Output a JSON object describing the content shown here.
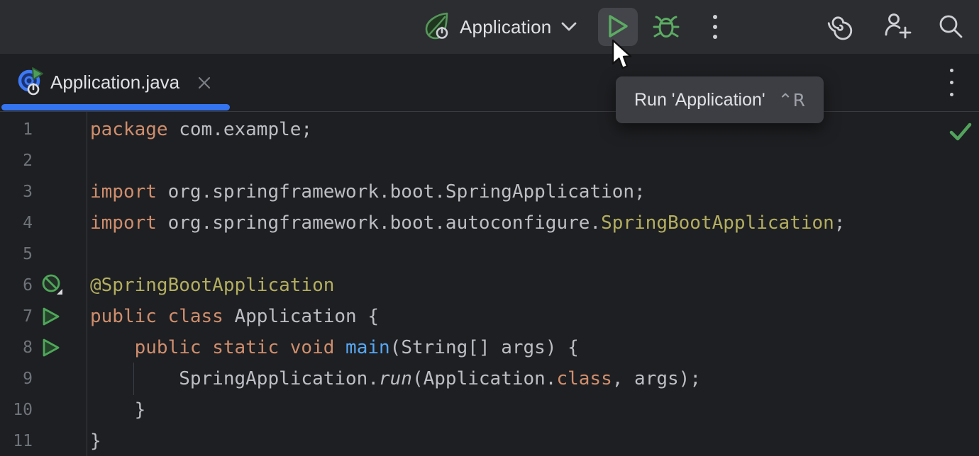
{
  "colors": {
    "accent": "#3574F0",
    "green": "#5CAB63",
    "toolbar_bg": "#2B2D30",
    "panel_bg": "#1E1F22",
    "border": "#393B40",
    "hover_bg": "#43454A",
    "ui_text": "#DFE1E5",
    "ui_dim": "#9DA0A8",
    "icon_gray": "#CED0D6",
    "tooltip_bg": "#3C3E43",
    "kw": "#CF8E6D",
    "plain": "#BCBEC4",
    "annotation": "#B3AE60",
    "method": "#56A8F5",
    "line_number": "#6F737A",
    "check_green": "#52A35C",
    "tab_blue": "#3D7AF5"
  },
  "toolbar": {
    "run_config_label": "Application",
    "icons": [
      "spring-boot",
      "chevron-down",
      "run",
      "debug",
      "more-actions",
      "ai-assistant",
      "code-with-me",
      "search"
    ]
  },
  "tooltip": {
    "label": "Run 'Application'",
    "shortcut": "⌃R"
  },
  "tab_bar": {
    "tabs": [
      {
        "label": "Application.java",
        "icon": "spring-boot-run",
        "selected": true
      }
    ]
  },
  "editor": {
    "lines": [
      {
        "n": "1",
        "tokens": [
          [
            "kw",
            "package "
          ],
          [
            "plain",
            "com.example;"
          ]
        ]
      },
      {
        "n": "2",
        "tokens": []
      },
      {
        "n": "3",
        "tokens": [
          [
            "kw",
            "import "
          ],
          [
            "plain",
            "org.springframework.boot.SpringApplication;"
          ]
        ]
      },
      {
        "n": "4",
        "tokens": [
          [
            "kw",
            "import "
          ],
          [
            "plain",
            "org.springframework.boot.autoconfigure."
          ],
          [
            "annotation",
            "SpringBootApplication"
          ],
          [
            "plain",
            ";"
          ]
        ]
      },
      {
        "n": "5",
        "tokens": []
      },
      {
        "n": "6",
        "gutter": "bean",
        "tokens": [
          [
            "annotation",
            "@SpringBootApplication"
          ]
        ]
      },
      {
        "n": "7",
        "gutter": "run",
        "tokens": [
          [
            "kw",
            "public class "
          ],
          [
            "plain",
            "Application {"
          ]
        ]
      },
      {
        "n": "8",
        "gutter": "run",
        "tokens": [
          [
            "plain",
            "    "
          ],
          [
            "kw",
            "public static void "
          ],
          [
            "method",
            "main"
          ],
          [
            "plain",
            "(String[] args) {"
          ]
        ]
      },
      {
        "n": "9",
        "tokens": [
          [
            "plain",
            "        SpringApplication."
          ],
          [
            "italic",
            "run"
          ],
          [
            "plain",
            "(Application."
          ],
          [
            "kw",
            "class"
          ],
          [
            "plain",
            ", args);"
          ]
        ]
      },
      {
        "n": "10",
        "tokens": [
          [
            "plain",
            "    }"
          ]
        ]
      },
      {
        "n": "11",
        "tokens": [
          [
            "plain",
            "}"
          ]
        ]
      }
    ],
    "status_icon": "inspections-ok"
  }
}
